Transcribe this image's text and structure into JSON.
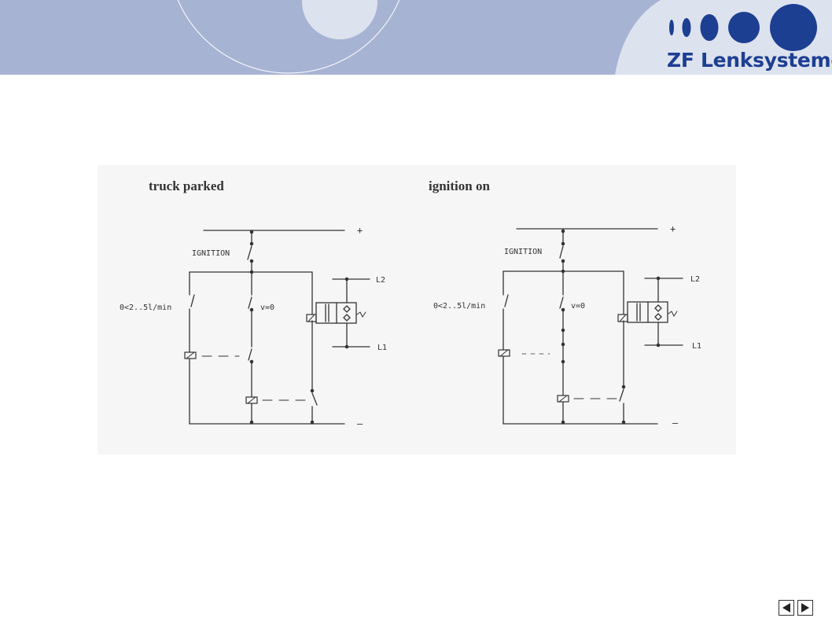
{
  "brand": {
    "name": "ZF Lenksysteme",
    "banner_color": "#a7b3d3",
    "brand_color": "#1d3f92"
  },
  "diagrams": [
    {
      "title": "truck parked",
      "labels": {
        "ignition": "IGNITION",
        "flow": "0<2..5l/min",
        "speed": "v=0",
        "plus": "+",
        "minus": "–",
        "l2": "L2",
        "l1": "L1"
      }
    },
    {
      "title": "ignition on",
      "labels": {
        "ignition": "IGNITION",
        "flow": "0<2..5l/min",
        "speed": "v=0",
        "plus": "+",
        "minus": "–",
        "l2": "L2",
        "l1": "L1"
      }
    }
  ],
  "navigation": {
    "prev": "previous-arrow-icon",
    "next": "next-arrow-icon"
  }
}
